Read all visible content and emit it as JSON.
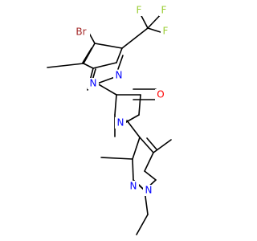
{
  "structure": {
    "atoms": [
      {
        "id": "Br",
        "symbol": "Br",
        "color": "#a52a2a"
      },
      {
        "id": "F1",
        "symbol": "F",
        "color": "#9acd32"
      },
      {
        "id": "F2",
        "symbol": "F",
        "color": "#9acd32"
      },
      {
        "id": "F3",
        "symbol": "F",
        "color": "#9acd32"
      },
      {
        "id": "N1",
        "symbol": "N",
        "color": "#0000ff"
      },
      {
        "id": "N2",
        "symbol": "N",
        "color": "#0000ff"
      },
      {
        "id": "O",
        "symbol": "O",
        "color": "#ff0000"
      },
      {
        "id": "N3",
        "symbol": "N",
        "color": "#0000ff"
      },
      {
        "id": "N4",
        "symbol": "N",
        "color": "#0000ff"
      },
      {
        "id": "N5",
        "symbol": "N",
        "color": "#0000ff"
      }
    ],
    "bond_color": "#000000"
  }
}
